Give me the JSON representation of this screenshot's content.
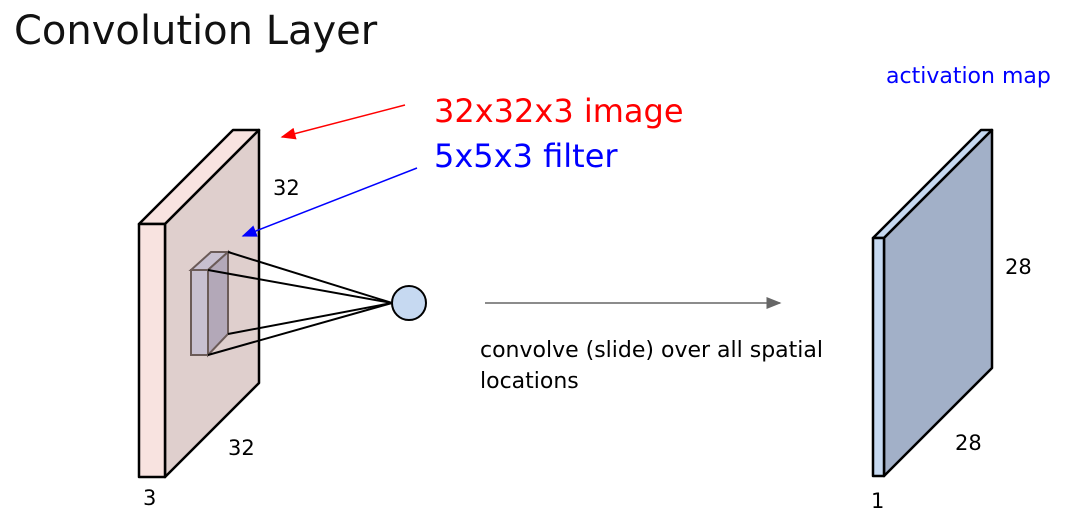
{
  "title": "Convolution Layer",
  "image_label": "32x32x3 image",
  "filter_label": "5x5x3 filter",
  "activation_label": "activation map",
  "input_dims": {
    "height": "32",
    "width": "32",
    "depth": "3"
  },
  "output_dims": {
    "height": "28",
    "width": "28",
    "depth": "1"
  },
  "operation_text": [
    "convolve (slide) over all spatial",
    "locations"
  ],
  "colors": {
    "image_label": "#ff0000",
    "filter_label": "#0000ff",
    "input_front": "#f8e3e0",
    "input_side": "#dfcfcd",
    "output_front": "#c6d9f1",
    "output_side": "#a2b0c8",
    "neuron": "#c6d9f1"
  }
}
